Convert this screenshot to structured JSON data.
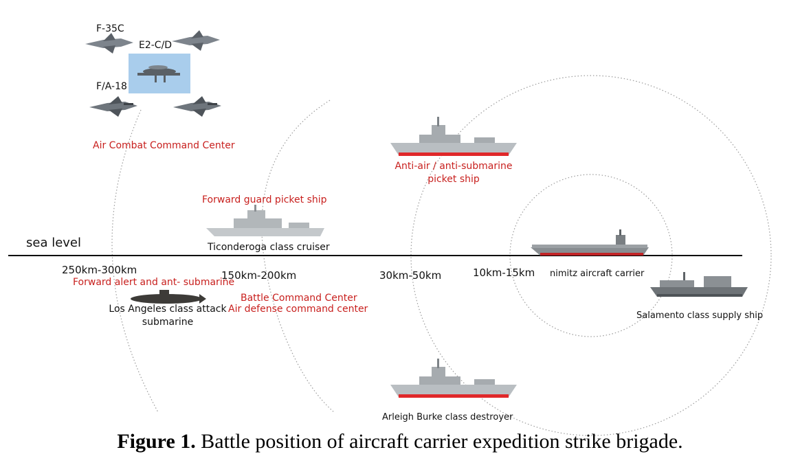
{
  "sea_level_label": "sea level",
  "aircraft": {
    "f35_label": "F-35C",
    "e2_label": "E2-C/D",
    "fa18_label": "F/A-18",
    "group_label": "Air Combat Command Center"
  },
  "ranges": {
    "r1": "250km-300km",
    "r2": "150km-200km",
    "r3": "30km-50km",
    "r4": "10km-15km"
  },
  "ships": {
    "cruiser_role": "Forward guard picket ship",
    "cruiser_name": "Ticonderoga class cruiser",
    "picket_role_line1": "Anti-air / anti-submarine",
    "picket_role_line2": "picket ship",
    "carrier_name": "nimitz aircraft carrier",
    "supply_name": "Salamento class supply ship",
    "destroyer_name": "Arleigh Burke class destroyer",
    "submarine_role": "Forward alert and ant- submarine",
    "submarine_name_line1": "Los Angeles class attack",
    "submarine_name_line2": "submarine",
    "battle_center_line1": "Battle Command Center",
    "battle_center_line2": "Air defense command center"
  },
  "caption": {
    "label": "Figure 1.",
    "text": " Battle position of aircraft carrier expedition strike brigade."
  },
  "colors": {
    "label_red": "#c8201e",
    "hull_red": "#e0282a",
    "ship_gray": "#b9bec2",
    "e2_box": "#a9cdec"
  }
}
